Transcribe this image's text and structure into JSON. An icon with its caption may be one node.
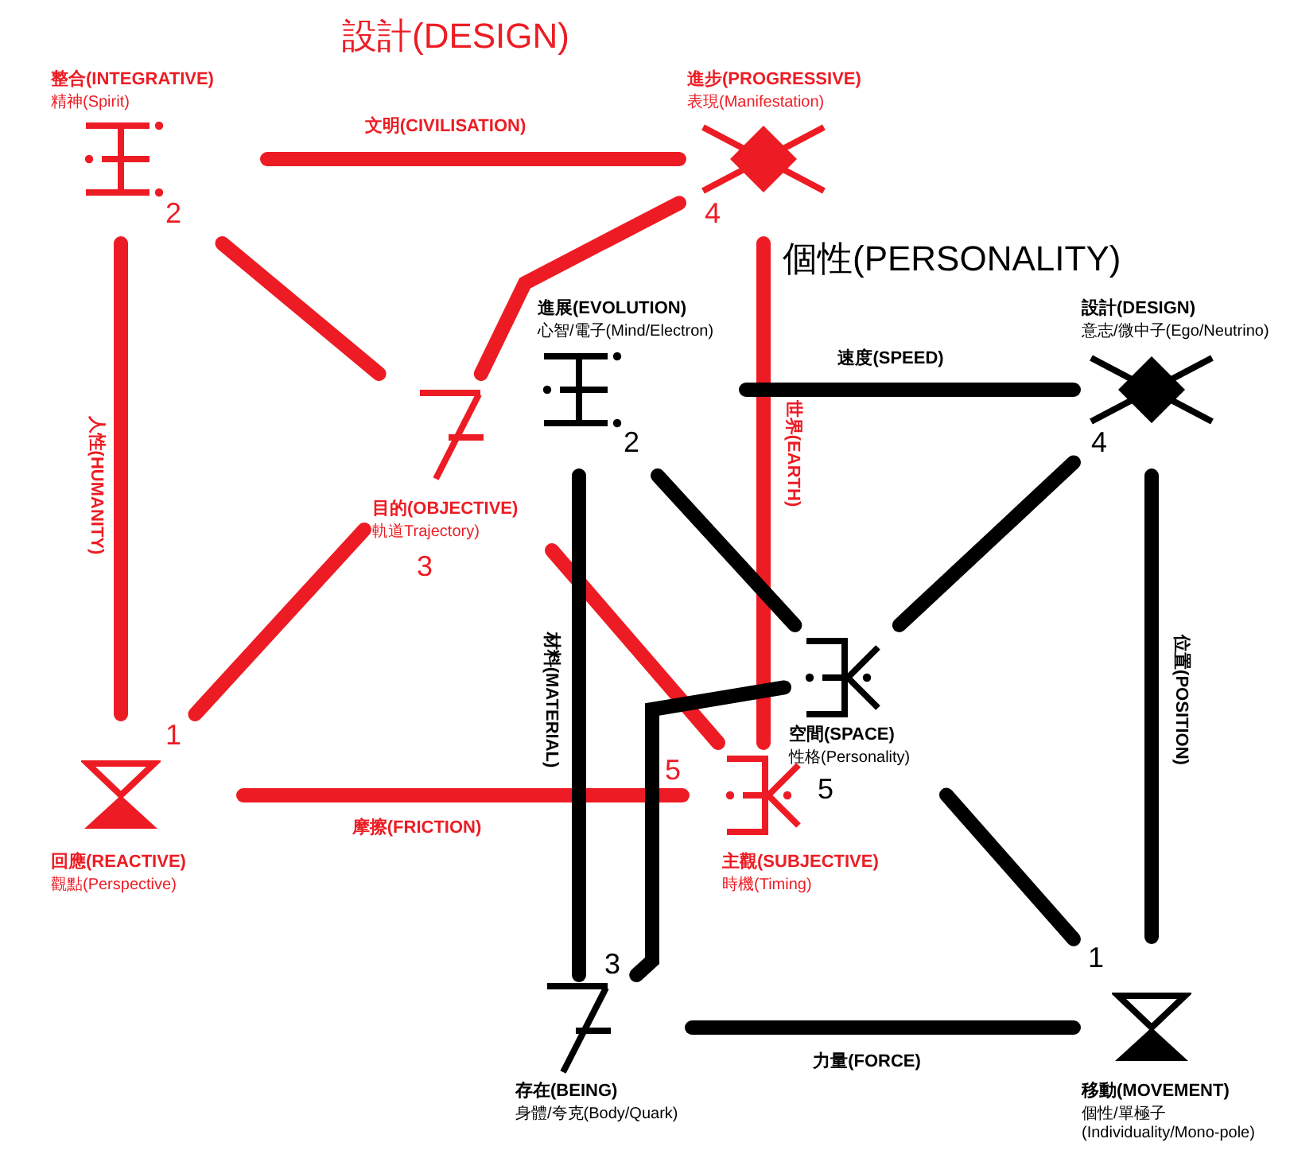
{
  "diagram": {
    "title": "設計(DESIGN)",
    "nodes": [
      {
        "text": [
          "整合(INTEGRATIVE)",
          "精神(Spirit)"
        ],
        "beside": [
          "2"
        ]
      },
      {
        "text": [
          "進步(PROGRESSIVE)",
          "表現(Manifestation)"
        ],
        "beside": [
          "4"
        ]
      },
      {
        "text": [
          "目的(OBJECTIVE)",
          "軌道Trajectory)"
        ],
        "beside": [
          "3"
        ]
      },
      {
        "text": [
          "回應(REACTIVE)",
          "觀點(Perspective)"
        ],
        "beside": [
          "1"
        ]
      },
      {
        "text": [
          "主觀(SUBJECTIVE)",
          "時機(Timing)"
        ],
        "beside": [
          "5"
        ]
      },
      {
        "text": [
          "進展(EVOLUTION)",
          "心智/電子(Mind/Electron)"
        ],
        "beside": [
          "2"
        ]
      },
      {
        "text": [
          "設計(DESIGN)",
          "意志/微中子(Ego/Neutrino)"
        ],
        "beside": [
          "4"
        ]
      },
      {
        "text": [
          "空間(SPACE)",
          "性格(Personality)"
        ],
        "beside": [
          "5"
        ]
      },
      {
        "text": [
          "存在(BEING)",
          "身體/夸克(Body/Quark)"
        ],
        "beside": [
          "3"
        ]
      },
      {
        "text": [
          "移動(MOVEMENT)",
          "個性/單極子(Individuality/Mono-pole)"
        ],
        "beside": [
          "1"
        ]
      }
    ],
    "edges": [
      {
        "from": 0,
        "to": 1,
        "arrow": "none",
        "label": "文明(CIVILISATION)",
        "color": "#ed1c24"
      },
      {
        "from": 0,
        "to": 3,
        "arrow": "none",
        "label": "人性(HUMANITY)",
        "color": "#ed1c24"
      },
      {
        "from": 1,
        "to": 4,
        "arrow": "none",
        "label": "世界(EARTH)",
        "color": "#ed1c24"
      },
      {
        "from": 3,
        "to": 4,
        "arrow": "none",
        "label": "摩擦(FRICTION)",
        "color": "#ed1c24"
      },
      {
        "from": 0,
        "to": 2,
        "arrow": "none",
        "color": "#ed1c24"
      },
      {
        "from": 1,
        "to": 2,
        "arrow": "none",
        "color": "#ed1c24"
      },
      {
        "from": 3,
        "to": 2,
        "arrow": "none",
        "color": "#ed1c24"
      },
      {
        "from": 4,
        "to": 2,
        "arrow": "none",
        "color": "#ed1c24"
      },
      {
        "from": 5,
        "to": 6,
        "arrow": "none",
        "label": "速度(SPEED)",
        "color": "#000000"
      },
      {
        "from": 5,
        "to": 8,
        "arrow": "none",
        "label": "材料(MATERIAL)",
        "color": "#000000"
      },
      {
        "from": 6,
        "to": 9,
        "arrow": "none",
        "label": "位置(POSITION)",
        "color": "#000000"
      },
      {
        "from": 8,
        "to": 9,
        "arrow": "none",
        "label": "力量(FORCE)",
        "color": "#000000"
      },
      {
        "from": 5,
        "to": 7,
        "arrow": "none",
        "color": "#000000"
      },
      {
        "from": 6,
        "to": 7,
        "arrow": "none",
        "color": "#000000"
      },
      {
        "from": 8,
        "to": 7,
        "arrow": "none",
        "color": "#000000"
      },
      {
        "from": 9,
        "to": 7,
        "arrow": "none",
        "color": "#000000"
      }
    ],
    "labels": [
      "個性(PERSONALITY)"
    ]
  }
}
